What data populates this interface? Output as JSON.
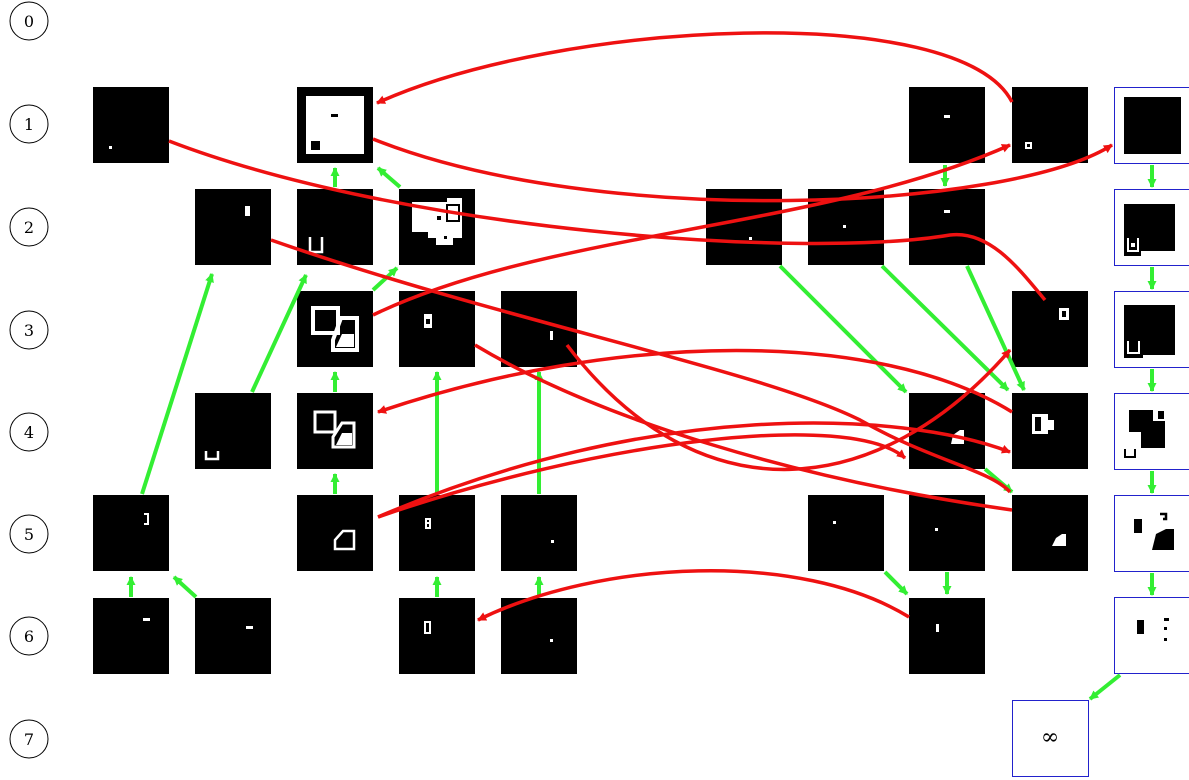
{
  "colors": {
    "background": "#ffffff",
    "tile": "#000000",
    "tile_feature": "#ffffff",
    "green_arrow": "#33ee33",
    "red_arrow": "#ee1111",
    "blue_frame": "#2222cc"
  },
  "row_labels": [
    "0",
    "1",
    "2",
    "3",
    "4",
    "5",
    "6",
    "7"
  ],
  "terminal_label": "∞"
}
